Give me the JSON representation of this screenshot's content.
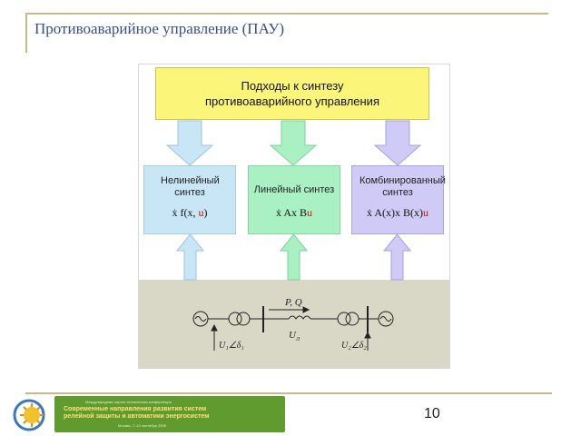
{
  "slide": {
    "title": "Противоаварийное управление (ПАУ)",
    "page_number": "10"
  },
  "diagram": {
    "top_box": "Подходы к синтезу противоаварийного управления",
    "boxes": [
      {
        "label": "Нелинейный синтез",
        "formula_main": "ẋ  f(x, ",
        "formula_red": "u",
        "formula_end": ")",
        "color": "#c8e6f6"
      },
      {
        "label": "Линейный синтез",
        "formula_main": "ẋ  Ax  B",
        "formula_red": "u",
        "formula_end": "",
        "color": "#a9f0c3"
      },
      {
        "label": "Комбинированный синтез",
        "formula_main": "ẋ  A(x)x  B(x)",
        "formula_red": "u",
        "formula_end": "",
        "color": "#cfcaf6"
      }
    ],
    "circuit": {
      "flow_label": "P, Q",
      "line_voltage": "U",
      "line_voltage_sub": "Л",
      "left_node": "U₁∠δ₁",
      "right_node": "U₂∠δ₂"
    }
  },
  "footer_logo": {
    "line1": "Международная научно-техническая конференция",
    "line2": "Современные направления развития систем",
    "line3": "релейной защиты и автоматики энергосистем",
    "line4": "Москва, 7–10 сентября 2009"
  }
}
